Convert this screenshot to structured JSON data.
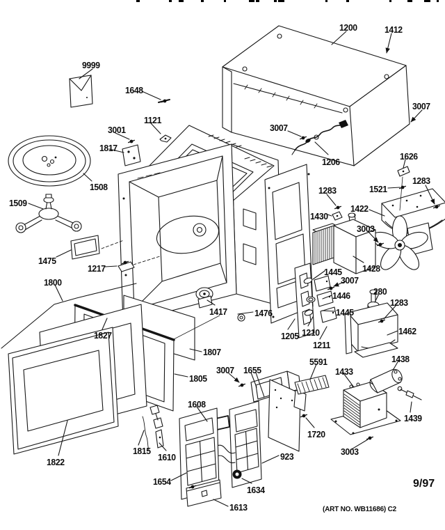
{
  "callouts": [
    "9999",
    "1648",
    "1200",
    "1412",
    "3007",
    "3001",
    "1121",
    "1817",
    "3007",
    "1206",
    "1626",
    "1521",
    "1283",
    "1283",
    "1430",
    "1422",
    "3003",
    "1428",
    "1445",
    "3007",
    "1446",
    "1445",
    "280",
    "1283",
    "1462",
    "1205",
    "1210",
    "1211",
    "5591",
    "1433",
    "1438",
    "1439",
    "3003",
    "1720",
    "923",
    "1634",
    "1613",
    "1654",
    "1610",
    "1815",
    "1822",
    "1608",
    "3007",
    "1655",
    "1805",
    "1807",
    "1827",
    "1800",
    "1417",
    "1476",
    "1508",
    "1509",
    "1475",
    "1217"
  ],
  "footer": {
    "date": "9/97",
    "art_no": "(ART NO. WB11686) C2"
  }
}
